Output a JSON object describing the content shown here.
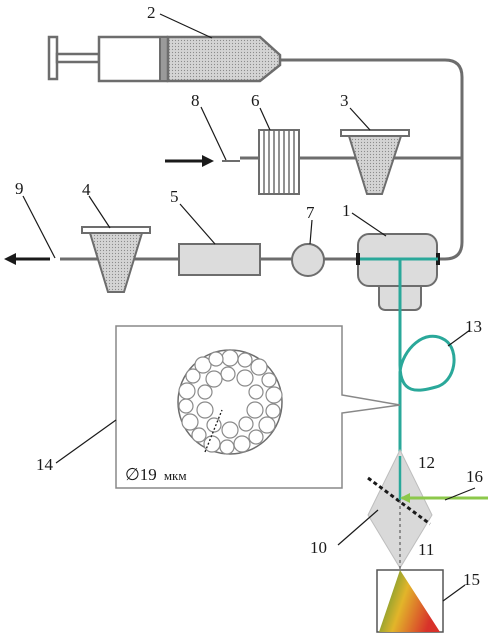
{
  "labels": {
    "l1": "1",
    "l2": "2",
    "l3": "3",
    "l4": "4",
    "l5": "5",
    "l6": "6",
    "l7": "7",
    "l8": "8",
    "l9": "9",
    "l10": "10",
    "l11": "11",
    "l12": "12",
    "l13": "13",
    "l14": "14",
    "l15": "15",
    "l16": "16"
  },
  "inset": {
    "diameter_prefix": "∅19",
    "diameter_unit": "мкм"
  },
  "colors": {
    "fiber": "#2aa89a",
    "laser": "#8cc84b",
    "device_fill": "#d9d9d9",
    "line": "#6d6d6d",
    "spectrum_start": "#2e8b35",
    "spectrum_mid": "#e2b52a",
    "spectrum_end": "#d8322a"
  }
}
